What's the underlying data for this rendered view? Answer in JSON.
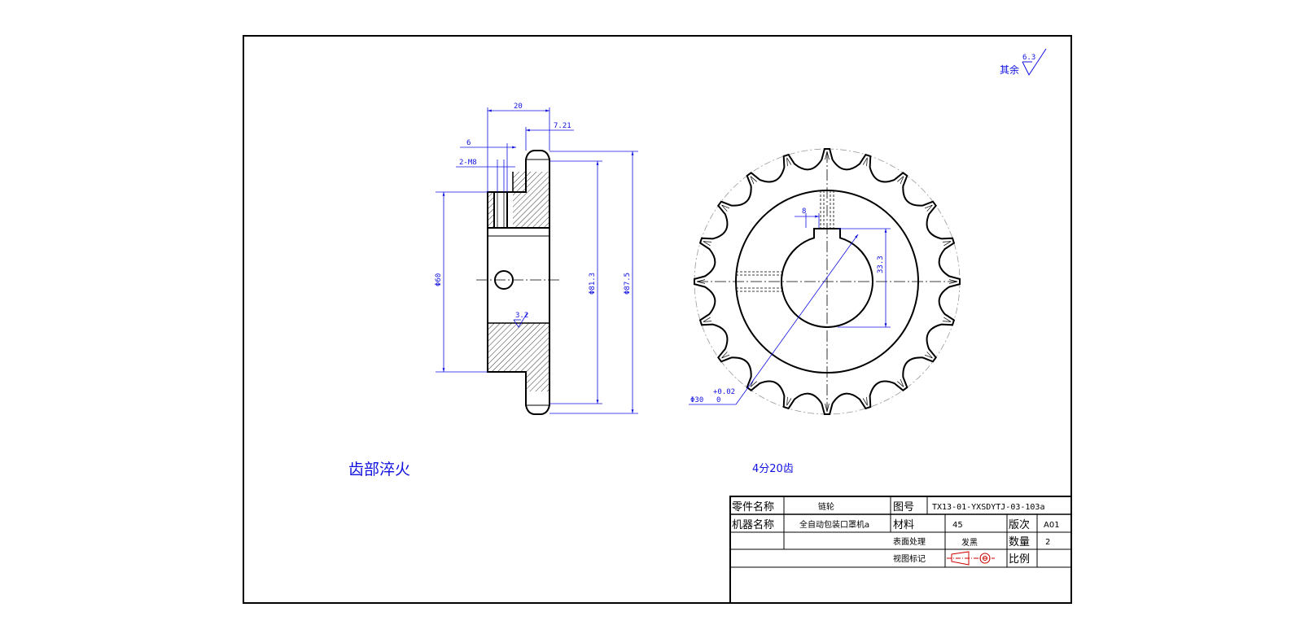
{
  "roughness": {
    "prefix": "其余",
    "value": "6.3"
  },
  "side_view": {
    "dim_width": "20",
    "dim_tooth": "7.21",
    "dim_offset": "6",
    "dim_thread": "2-M8",
    "dim_hub_dia": "Φ60",
    "dim_root_dia": "Φ81.3",
    "dim_tip_dia": "Φ87.5",
    "roughness_bore": "3.2"
  },
  "front_view": {
    "dim_keyway": "8",
    "dim_key_depth": "33.3",
    "dim_bore": "Φ30",
    "dim_bore_tol_upper": "+0.02",
    "dim_bore_tol_lower": "0",
    "tooth_count": 20
  },
  "notes": {
    "heat_treat": "齿部淬火",
    "spec": "4分20齿"
  },
  "title_block": {
    "part_name_label": "零件名称",
    "part_name": "链轮",
    "drawing_no_label": "图号",
    "drawing_no": "TX13-01-YXSDYTJ-03-103a",
    "machine_name_label": "机器名称",
    "machine_name": "全自动包装口罩机a",
    "material_label": "材料",
    "material": "45",
    "version_label": "版次",
    "version": "A01",
    "surface_label": "表面处理",
    "surface": "发黑",
    "qty_label": "数量",
    "qty": "2",
    "view_mark_label": "视图标记",
    "scale_label": "比例",
    "scale": ""
  }
}
